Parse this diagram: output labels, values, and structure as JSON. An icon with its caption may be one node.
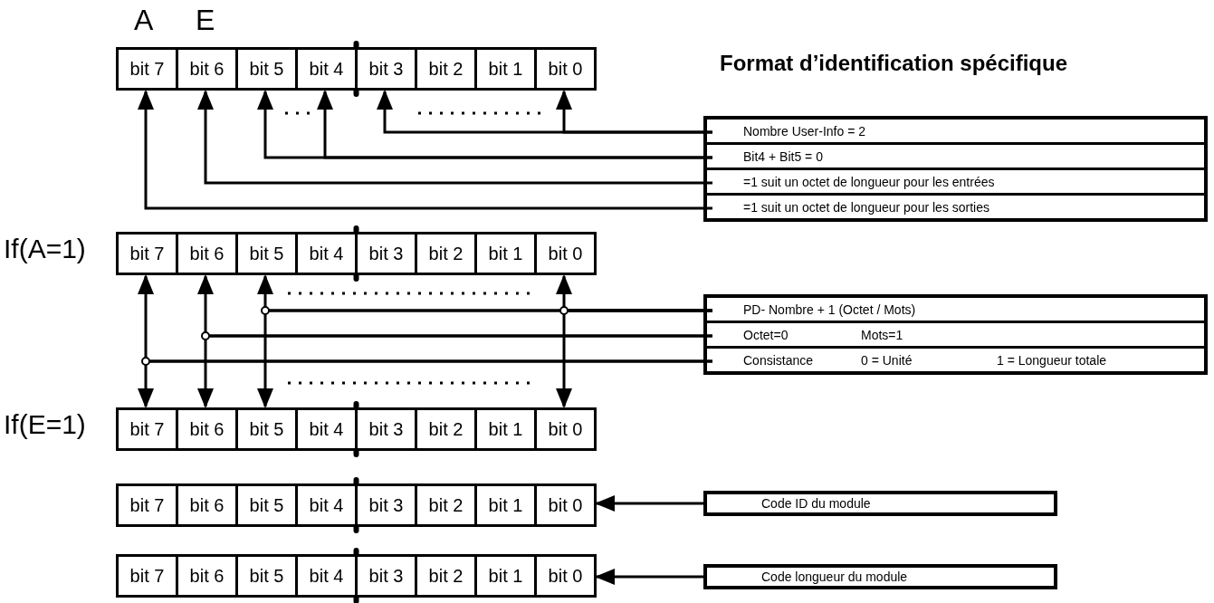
{
  "diagram": {
    "title": "Format d’identification spécifique",
    "nodes": [
      {
        "text": [],
        "shape": "box"
      },
      {
        "text": [
          "bit 7"
        ],
        "in": 0
      },
      {
        "text": [
          "bit 6"
        ],
        "in": 0
      },
      {
        "text": [
          "bit 5"
        ],
        "in": 0
      },
      {
        "text": [
          "bit 4"
        ],
        "in": 0
      },
      {
        "text": [
          "bit 3"
        ],
        "in": 0
      },
      {
        "text": [
          "bit 2"
        ],
        "in": 0
      },
      {
        "text": [
          "bit 1"
        ],
        "in": 0
      },
      {
        "text": [
          "bit 0"
        ],
        "in": 0
      },
      {
        "text": [],
        "shape": "box"
      },
      {
        "text": [
          "Nombre User-Info = 2"
        ],
        "in": 9
      },
      {
        "text": [
          "Bit4 + Bit5 = 0"
        ],
        "in": 9
      },
      {
        "text": [
          "=1 suit un octet de longueur pour les entrées"
        ],
        "in": 9
      },
      {
        "text": [
          "=1 suit un octet de longueur pour les sorties"
        ],
        "in": 9
      },
      {
        "text": [],
        "shape": "box"
      },
      {
        "text": [
          "bit 7"
        ],
        "in": 14
      },
      {
        "text": [
          "bit 6"
        ],
        "in": 14
      },
      {
        "text": [
          "bit 5"
        ],
        "in": 14
      },
      {
        "text": [
          "bit 4"
        ],
        "in": 14
      },
      {
        "text": [
          "bit 3"
        ],
        "in": 14
      },
      {
        "text": [
          "bit 2"
        ],
        "in": 14
      },
      {
        "text": [
          "bit 1"
        ],
        "in": 14
      },
      {
        "text": [
          "bit 0"
        ],
        "in": 14
      },
      {
        "text": [],
        "shape": "box"
      },
      {
        "text": [
          "PD- Nombre + 1 (Octet / Mots)"
        ],
        "in": 23
      },
      {
        "text": [
          "Octet=0",
          "Mots=1"
        ],
        "in": 23
      },
      {
        "text": [
          "Consistance",
          "0 = Unité",
          "1 = Longueur totale"
        ],
        "in": 23
      },
      {
        "text": [],
        "shape": "box"
      },
      {
        "text": [
          "bit 7"
        ],
        "in": 27
      },
      {
        "text": [
          "bit 6"
        ],
        "in": 27
      },
      {
        "text": [
          "bit 5"
        ],
        "in": 27
      },
      {
        "text": [
          "bit 4"
        ],
        "in": 27
      },
      {
        "text": [
          "bit 3"
        ],
        "in": 27
      },
      {
        "text": [
          "bit 2"
        ],
        "in": 27
      },
      {
        "text": [
          "bit 1"
        ],
        "in": 27
      },
      {
        "text": [
          "bit 0"
        ],
        "in": 27
      },
      {
        "text": [],
        "shape": "box"
      },
      {
        "text": [
          "bit 7"
        ],
        "in": 36
      },
      {
        "text": [
          "bit 6"
        ],
        "in": 36
      },
      {
        "text": [
          "bit 5"
        ],
        "in": 36
      },
      {
        "text": [
          "bit 4"
        ],
        "in": 36
      },
      {
        "text": [
          "bit 3"
        ],
        "in": 36
      },
      {
        "text": [
          "bit 2"
        ],
        "in": 36
      },
      {
        "text": [
          "bit 1"
        ],
        "in": 36
      },
      {
        "text": [
          "bit 0"
        ],
        "in": 36
      },
      {
        "text": [
          "Code ID du module"
        ]
      },
      {
        "text": [],
        "shape": "box"
      },
      {
        "text": [
          "bit 7"
        ],
        "in": 46
      },
      {
        "text": [
          "bit 6"
        ],
        "in": 46
      },
      {
        "text": [
          "bit 5"
        ],
        "in": 46
      },
      {
        "text": [
          "bit 4"
        ],
        "in": 46
      },
      {
        "text": [
          "bit 3"
        ],
        "in": 46
      },
      {
        "text": [
          "bit 2"
        ],
        "in": 46
      },
      {
        "text": [
          "bit 1"
        ],
        "in": 46
      },
      {
        "text": [
          "bit 0"
        ],
        "in": 46
      },
      {
        "text": [
          "Code longueur du module"
        ]
      }
    ],
    "edges": [
      {
        "from": 10,
        "to": 5,
        "arrow": "to"
      },
      {
        "from": 10,
        "to": 8,
        "arrow": "to"
      },
      {
        "from": 11,
        "to": 3,
        "arrow": "to"
      },
      {
        "from": 11,
        "to": 4,
        "arrow": "to"
      },
      {
        "from": 12,
        "to": 2,
        "arrow": "to"
      },
      {
        "from": 13,
        "to": 1,
        "arrow": "to"
      },
      {
        "from": 24,
        "to": 17,
        "arrow": "to"
      },
      {
        "from": 24,
        "to": 30,
        "arrow": "to"
      },
      {
        "from": 24,
        "to": 22,
        "arrow": "to"
      },
      {
        "from": 24,
        "to": 35,
        "arrow": "to"
      },
      {
        "from": 25,
        "to": 16,
        "arrow": "to"
      },
      {
        "from": 25,
        "to": 29,
        "arrow": "to"
      },
      {
        "from": 26,
        "to": 15,
        "arrow": "to"
      },
      {
        "from": 26,
        "to": 28,
        "arrow": "to"
      },
      {
        "from": 45,
        "to": 44,
        "arrow": "to"
      },
      {
        "from": 55,
        "to": 54,
        "arrow": "to"
      }
    ],
    "labels": [
      "A",
      "E",
      "If(A=1)",
      "If(E=1)"
    ]
  }
}
